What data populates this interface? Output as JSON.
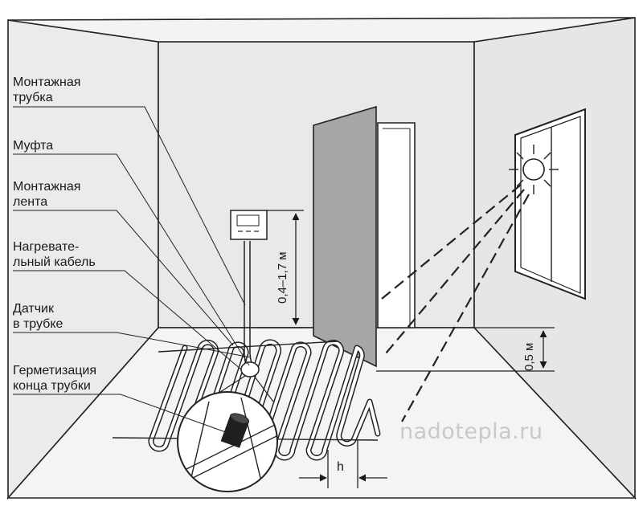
{
  "labels": {
    "mounting_tube_l1": "Монтажная",
    "mounting_tube_l2": "трубка",
    "coupling": "Муфта",
    "mounting_tape_l1": "Монтажная",
    "mounting_tape_l2": "лента",
    "heating_cable_l1": "Нагревате-",
    "heating_cable_l2": "льный кабель",
    "sensor_l1": "Датчик",
    "sensor_l2": "в трубке",
    "sealing_l1": "Герметизация",
    "sealing_l2": "конца трубки"
  },
  "dimensions": {
    "thermostat_height": "0,4–1,7 м",
    "window_clearance": "0,5 м",
    "cable_step": "h"
  },
  "watermark": "nadotepla.ru"
}
